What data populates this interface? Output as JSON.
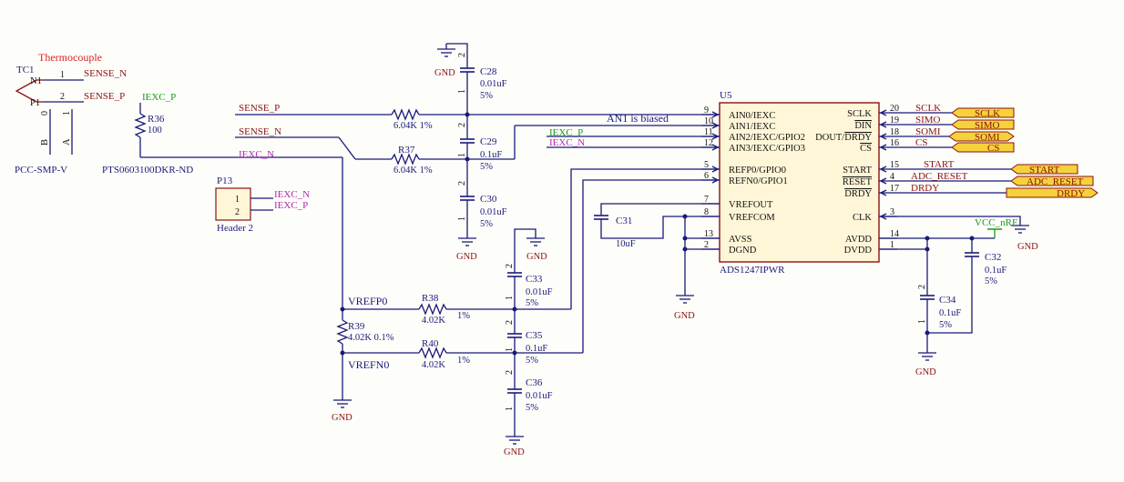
{
  "thermocouple": {
    "title": "Thermocouple",
    "ref": "TC1",
    "part": "PCC-SMP-V",
    "pin_names": [
      "N1",
      "P1"
    ],
    "pin_nums": [
      "1",
      "2"
    ],
    "body_pins": [
      "0",
      "1"
    ],
    "body_labels": [
      "B",
      "A"
    ]
  },
  "nets": {
    "sense_n": "SENSE_N",
    "sense_p": "SENSE_P",
    "iexc_p": "IEXC_P",
    "iexc_n": "IEXC_N",
    "vrefp0": "VREFP0",
    "vrefn0": "VREFN0",
    "an1_note": "AN1 is biased",
    "vcc_nrf": "VCC_nRF"
  },
  "r36": {
    "ref": "R36",
    "value": "100",
    "part": "PTS0603100DKR-ND"
  },
  "header": {
    "ref": "P13",
    "part": "Header 2",
    "pins": [
      "1",
      "2"
    ],
    "nets": [
      "IEXC_N",
      "IEXC_P"
    ]
  },
  "resistors": {
    "r_top": {
      "value": "6.04K 1%"
    },
    "r37": {
      "ref": "R37",
      "value": "6.04K 1%"
    },
    "r38": {
      "ref": "R38",
      "value": "4.02K",
      "tol": "1%"
    },
    "r39": {
      "ref": "R39",
      "value": "4.02K 0.1%"
    },
    "r40": {
      "ref": "R40",
      "value": "4.02K",
      "tol": "1%"
    }
  },
  "capacitors": {
    "c28": {
      "ref": "C28",
      "value": "0.01uF",
      "tol": "5%"
    },
    "c29": {
      "ref": "C29",
      "value": "0.1uF",
      "tol": "5%"
    },
    "c30": {
      "ref": "C30",
      "value": "0.01uF",
      "tol": "5%"
    },
    "c31": {
      "ref": "C31",
      "value": "10uF"
    },
    "c32": {
      "ref": "C32",
      "value": "0.1uF",
      "tol": "5%"
    },
    "c33": {
      "ref": "C33",
      "value": "0.01uF",
      "tol": "5%"
    },
    "c34": {
      "ref": "C34",
      "value": "0.1uF",
      "tol": "5%"
    },
    "c35": {
      "ref": "C35",
      "value": "0.1uF",
      "tol": "5%"
    },
    "c36": {
      "ref": "C36",
      "value": "0.01uF",
      "tol": "5%"
    }
  },
  "cap_pins": [
    "1",
    "2"
  ],
  "gnd_label": "GND",
  "ic": {
    "ref": "U5",
    "part": "ADS1247IPWR",
    "left_pins": [
      {
        "num": "9",
        "name": "AIN0/IEXC"
      },
      {
        "num": "10",
        "name": "AIN1/IEXC"
      },
      {
        "num": "11",
        "name": "AIN2/IEXC/GPIO2"
      },
      {
        "num": "12",
        "name": "AIN3/IEXC/GPIO3"
      },
      {
        "num": "5",
        "name": "REFP0/GPIO0"
      },
      {
        "num": "6",
        "name": "REFN0/GPIO1"
      },
      {
        "num": "7",
        "name": "VREFOUT"
      },
      {
        "num": "8",
        "name": "VREFCOM"
      },
      {
        "num": "13",
        "name": "AVSS"
      },
      {
        "num": "2",
        "name": "DGND"
      }
    ],
    "right_pins": [
      {
        "num": "20",
        "name": "SCLK",
        "net": "SCLK"
      },
      {
        "num": "19",
        "name": "DIN",
        "net": "SIMO"
      },
      {
        "num": "18",
        "name": "DOUT/DRDY",
        "net": "SOMI"
      },
      {
        "num": "16",
        "name": "CS",
        "net": "CS"
      },
      {
        "num": "15",
        "name": "START",
        "net": "START"
      },
      {
        "num": "4",
        "name": "RESET",
        "net": "ADC_RESET"
      },
      {
        "num": "17",
        "name": "DRDY",
        "net": "DRDY"
      },
      {
        "num": "3",
        "name": "CLK",
        "net": ""
      },
      {
        "num": "14",
        "name": "AVDD",
        "net": ""
      },
      {
        "num": "1",
        "name": "DVDD",
        "net": ""
      }
    ]
  },
  "ports": {
    "sclk": "SCLK",
    "simo": "SIMO",
    "somi": "SOMI",
    "cs": "CS",
    "start": "START",
    "adc_reset": "ADC_RESET",
    "drdy": "DRDY"
  },
  "colors": {
    "wire": "#1a1a7a",
    "net_label": "#8a1212",
    "chip_fill": "#fff6d8",
    "port_fill": "#f5d23b",
    "power_green": "#1a9a1a",
    "net_magenta": "#b02ab0",
    "title_red": "#dd2222"
  }
}
